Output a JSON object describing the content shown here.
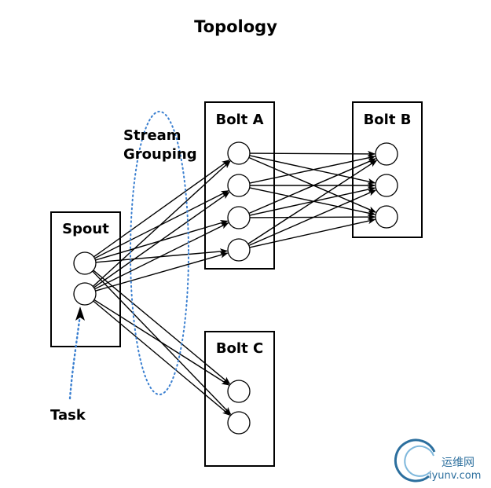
{
  "title": "Topology",
  "labels": {
    "stream_line1": "Stream",
    "stream_line2": "Grouping",
    "task": "Task"
  },
  "nodes": {
    "spout": {
      "label": "Spout",
      "tasks": 2
    },
    "bolt_a": {
      "label": "Bolt A",
      "tasks": 4
    },
    "bolt_b": {
      "label": "Bolt B",
      "tasks": 3
    },
    "bolt_c": {
      "label": "Bolt C",
      "tasks": 2
    }
  },
  "edges": [
    [
      "spout.0",
      "bolt_a.0"
    ],
    [
      "spout.0",
      "bolt_a.1"
    ],
    [
      "spout.0",
      "bolt_a.2"
    ],
    [
      "spout.0",
      "bolt_a.3"
    ],
    [
      "spout.1",
      "bolt_a.0"
    ],
    [
      "spout.1",
      "bolt_a.1"
    ],
    [
      "spout.1",
      "bolt_a.2"
    ],
    [
      "spout.1",
      "bolt_a.3"
    ],
    [
      "spout.0",
      "bolt_c.0"
    ],
    [
      "spout.0",
      "bolt_c.1"
    ],
    [
      "spout.1",
      "bolt_c.0"
    ],
    [
      "spout.1",
      "bolt_c.1"
    ],
    [
      "bolt_a.0",
      "bolt_b.0"
    ],
    [
      "bolt_a.0",
      "bolt_b.1"
    ],
    [
      "bolt_a.0",
      "bolt_b.2"
    ],
    [
      "bolt_a.1",
      "bolt_b.0"
    ],
    [
      "bolt_a.1",
      "bolt_b.1"
    ],
    [
      "bolt_a.1",
      "bolt_b.2"
    ],
    [
      "bolt_a.2",
      "bolt_b.0"
    ],
    [
      "bolt_a.2",
      "bolt_b.1"
    ],
    [
      "bolt_a.2",
      "bolt_b.2"
    ],
    [
      "bolt_a.3",
      "bolt_b.0"
    ],
    [
      "bolt_a.3",
      "bolt_b.1"
    ],
    [
      "bolt_a.3",
      "bolt_b.2"
    ]
  ],
  "watermark": {
    "cn": "运维网",
    "url": "iyunv.com"
  },
  "colors": {
    "stroke": "#000000",
    "dotted": "#3a7fd0",
    "watermark": "#2c6f9e"
  }
}
